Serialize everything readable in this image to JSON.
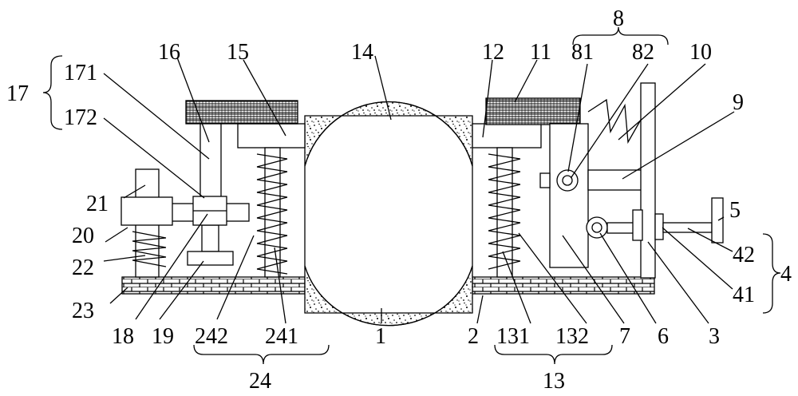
{
  "labels": {
    "l17": "17",
    "l171": "171",
    "l172": "172",
    "l16": "16",
    "l15": "15",
    "l14": "14",
    "l12": "12",
    "l11": "11",
    "l8": "8",
    "l81": "81",
    "l82": "82",
    "l10": "10",
    "l9": "9",
    "l21": "21",
    "l20": "20",
    "l22": "22",
    "l23": "23",
    "l5": "5",
    "l42": "42",
    "l41": "41",
    "l4": "4",
    "l18": "18",
    "l19": "19",
    "l242": "242",
    "l241": "241",
    "l1": "1",
    "l2": "2",
    "l131": "131",
    "l132": "132",
    "l7": "7",
    "l6": "6",
    "l3": "3",
    "l24": "24",
    "l13": "13"
  }
}
